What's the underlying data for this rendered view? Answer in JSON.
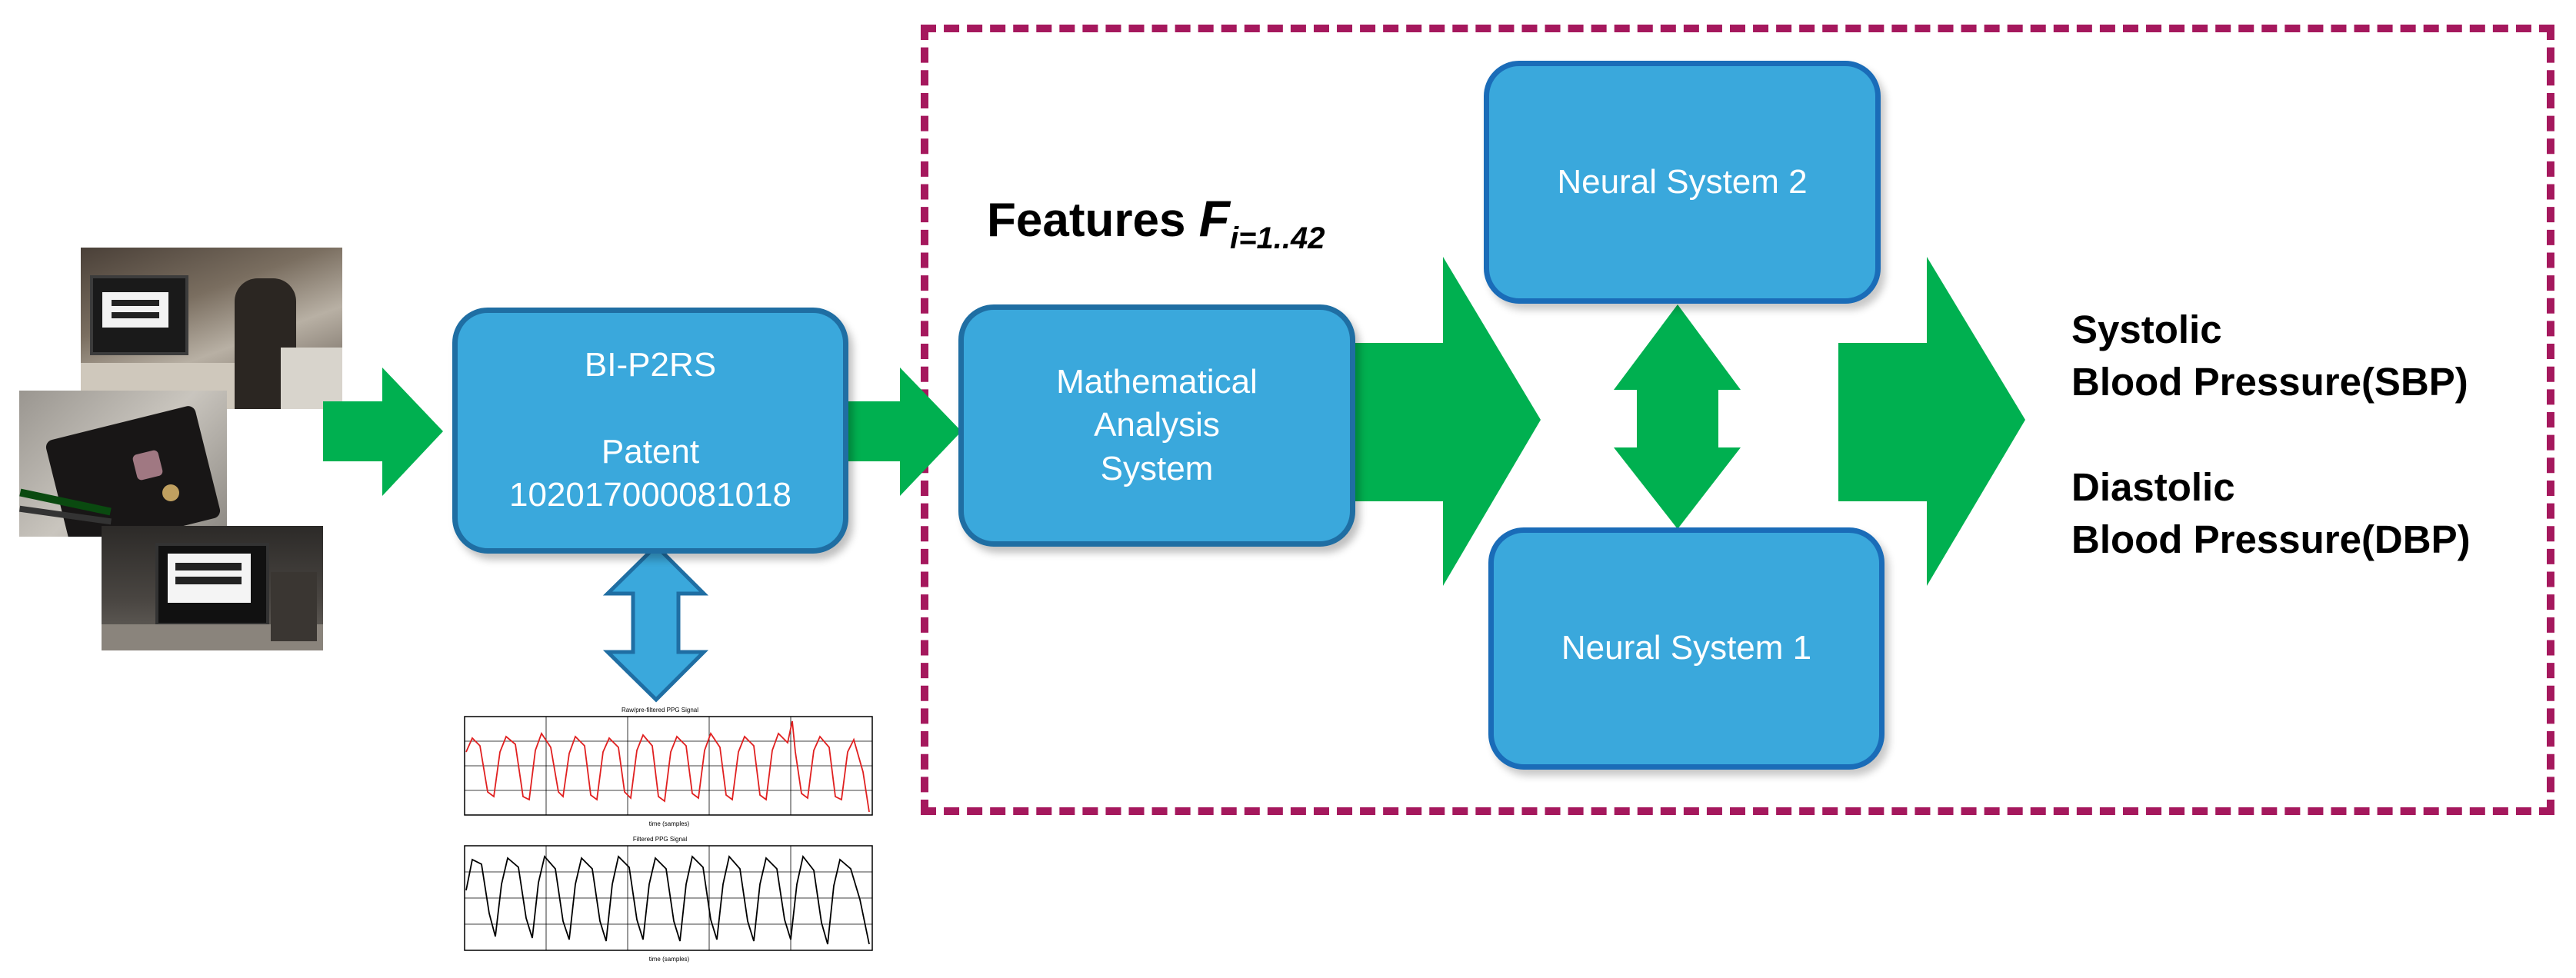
{
  "colors": {
    "box_fill": "#3aa8dc",
    "box_border": "#1f6ea3",
    "arrow_green": "#00b050",
    "arrow_blue": "#3aa8dc",
    "dashed_border": "#a5185d",
    "signal_red": "#e02020"
  },
  "boxes": {
    "bi_p2rs": "BI-P2RS\n\nPatent\n102017000081018",
    "math": "Mathematical\nAnalysis\nSystem",
    "neural2": "Neural System 2",
    "neural1": "Neural System 1"
  },
  "features": {
    "label": "Features ",
    "symbol": "F",
    "subscript": "i=1..42"
  },
  "outputs": {
    "systolic": "Systolic\nBlood Pressure(SBP)",
    "diastolic": "Diastolic\nBlood Pressure(DBP)"
  },
  "photos": [
    {
      "name": "lab-setup-photo"
    },
    {
      "name": "sensor-device-photo"
    },
    {
      "name": "monitor-photo"
    }
  ],
  "signal_plots": [
    {
      "name": "raw-ppg-signal-plot",
      "title": "Raw/pre-filtered PPG Signal",
      "xlabel": "time (samples)",
      "line_color": "#e02020"
    },
    {
      "name": "filtered-ppg-signal-plot",
      "title": "Filtered PPG Signal",
      "xlabel": "time (samples)",
      "line_color": "#000000"
    }
  ]
}
